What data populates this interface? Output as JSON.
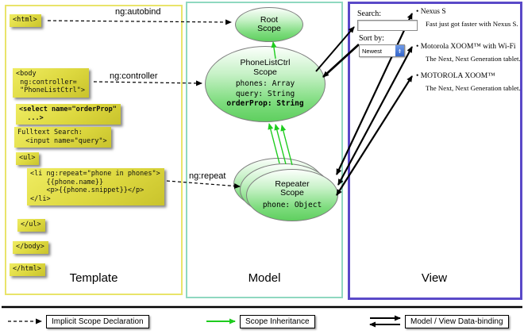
{
  "columns": {
    "template": "Template",
    "model": "Model",
    "view": "View"
  },
  "template": {
    "html_open": "<html>",
    "body_open": "<body\n ng:controller=\n \"PhoneListCtrl\">",
    "select": "<select name=\"orderProp\"\n  ...>",
    "fulltext": "Fulltext Search:\n  <input name=\"query\">",
    "ul_open": "<ul>",
    "li_repeat": "<li ng:repeat=\"phone in phones\">\n    {{phone.name}}\n    <p>{{phone.snippet}}</p>\n</li>",
    "ul_close": "</ul>",
    "body_close": "</body>",
    "html_close": "</html>"
  },
  "arrows": {
    "autobind": "ng:autobind",
    "controller": "ng:controller",
    "repeat": "ng:repeat"
  },
  "model": {
    "root_scope": "Root\nScope",
    "ctrl_title": "PhoneListCtrl\nScope",
    "prop_phones": "phones: Array",
    "prop_query": "query: String",
    "prop_orderprop": "orderProp: String",
    "repeater_title": "Repeater\nScope",
    "repeater_prop": "phone: Object"
  },
  "view": {
    "search_label": "Search:",
    "search_value": "",
    "sort_label": "Sort by:",
    "sort_value": "Newest",
    "items": [
      {
        "title": "Nexus S",
        "desc": "Fast just got faster with Nexus S."
      },
      {
        "title": "Motorola XOOM™ with Wi-Fi",
        "desc": "The Next, Next Generation tablet."
      },
      {
        "title": "MOTOROLA XOOM™",
        "desc": "The Next, Next Generation tablet."
      }
    ]
  },
  "legend": {
    "implicit": "Implicit Scope Declaration",
    "inheritance": "Scope Inheritance",
    "binding": "Model / View Data-binding"
  },
  "colors": {
    "template_border": "#e9e46a",
    "model_border": "#8fd8c0",
    "view_border": "#5a49c8",
    "code_bg": "#ddd83f",
    "scope_green": "#7ddc7d",
    "arrow_green": "#1ecc1e"
  }
}
